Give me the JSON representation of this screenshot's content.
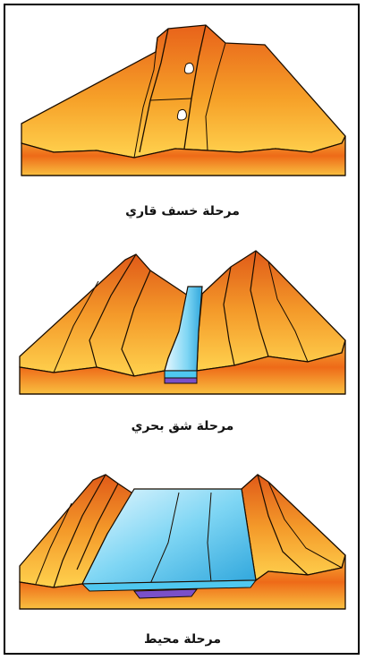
{
  "stages": [
    {
      "caption": "مرحلة خسف قاري"
    },
    {
      "caption": "مرحلة شق بحري"
    },
    {
      "caption": "مرحلة محيط"
    }
  ],
  "colors": {
    "rock_top_light": "#FFD04A",
    "rock_top_dark": "#F27A1C",
    "rock_side": "#F08A1E",
    "rock_bottom": "#F4C03A",
    "water_light": "#D8F4FF",
    "water": "#4FC8F0",
    "water_dark": "#2B9FD8",
    "floor": "#7A50C8",
    "outline": "#1a0d00"
  }
}
